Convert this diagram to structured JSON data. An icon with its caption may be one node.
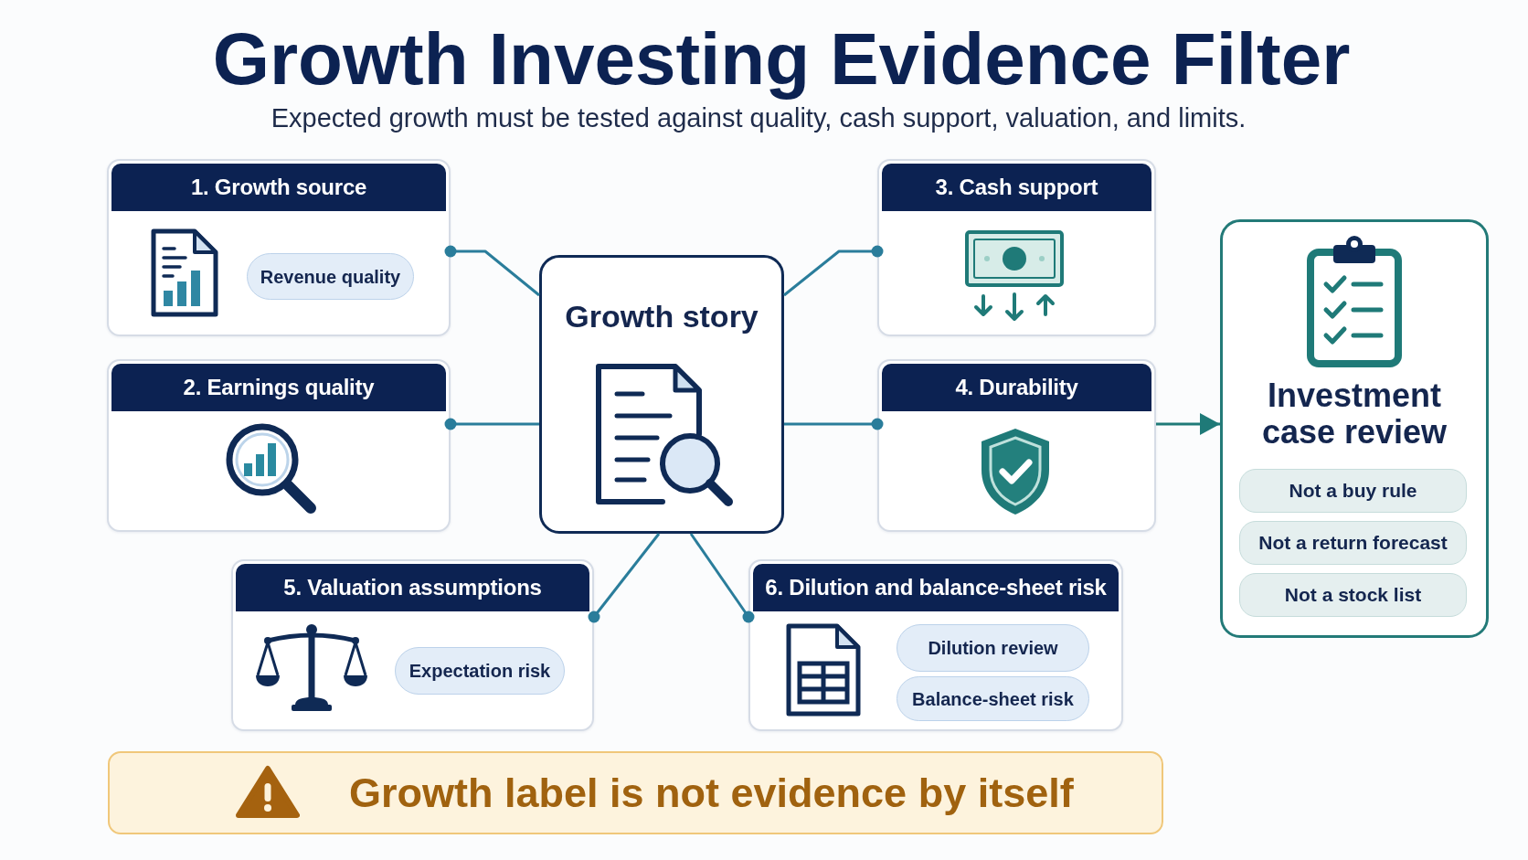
{
  "diagram": {
    "title": "Growth Investing Evidence Filter",
    "nodes": [
      {
        "text": [
          "1. Growth source"
        ]
      },
      {
        "text": [
          "Revenue quality"
        ],
        "in": 0
      },
      {
        "text": [
          "2. Earnings quality"
        ]
      },
      {
        "text": [
          "Growth story"
        ]
      },
      {
        "text": [
          "3. Cash support"
        ]
      },
      {
        "text": [
          "4. Durability"
        ]
      },
      {
        "text": [
          "Investment case review"
        ]
      },
      {
        "text": [
          "Not a buy rule"
        ],
        "in": 6
      },
      {
        "text": [
          "Not a return forecast"
        ],
        "in": 6
      },
      {
        "text": [
          "Not a stock list"
        ],
        "in": 6
      },
      {
        "text": [
          "5. Valuation assumptions"
        ]
      },
      {
        "text": [
          "Expectation risk"
        ],
        "in": 10
      },
      {
        "text": [
          "6. Dilution and balance-sheet risk"
        ]
      },
      {
        "text": [
          "Dilution review"
        ],
        "in": 12
      },
      {
        "text": [
          "Balance-sheet risk"
        ],
        "in": 12
      },
      {
        "text": [
          "Growth label is not evidence by itself"
        ]
      }
    ],
    "edges": [
      {
        "from": 3,
        "to": 0,
        "arrow": "other"
      },
      {
        "from": 3,
        "to": 2,
        "arrow": "other"
      },
      {
        "from": 3,
        "to": 4,
        "arrow": "other"
      },
      {
        "from": 3,
        "to": 5,
        "arrow": "other"
      },
      {
        "from": 3,
        "to": 10,
        "arrow": "other"
      },
      {
        "from": 3,
        "to": 12,
        "arrow": "other"
      },
      {
        "from": 5,
        "to": 6,
        "arrow": "to",
        "color": "#1f7a78"
      }
    ],
    "labels": [
      "Expected growth must be tested against quality, cash support, valuation, and limits."
    ]
  }
}
